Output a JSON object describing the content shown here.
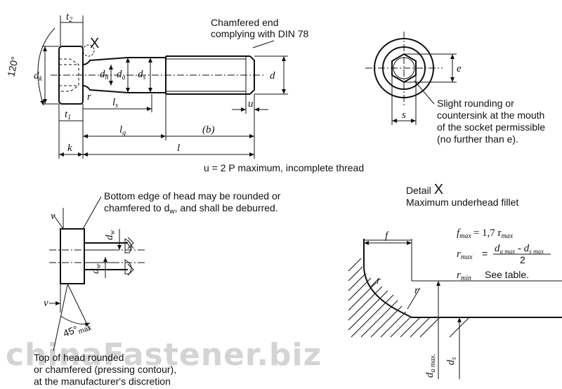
{
  "watermark": "chinaFastener.biz",
  "labels": {
    "chamfered_end_1": "Chamfered end",
    "chamfered_end_2": "complying with DIN 78",
    "x_mark": "X",
    "angle": "120°",
    "u_formula": "u = 2 P maximum, incomplete thread",
    "rounding_1": "Slight rounding or",
    "rounding_2": "countersink at the mouth",
    "rounding_3": "of the socket permissible",
    "rounding_4": "(no further than e).",
    "bottom_edge_1": "Bottom edge of head may be rounded or",
    "bottom_edge_2": "chamfered to d",
    "bottom_edge_2_sub": "w",
    "bottom_edge_2_end": ", and shall be deburred.",
    "top_head_1": "Top of head rounded",
    "top_head_2": "or chamfered (pressing contour),",
    "top_head_3": "at the manufacturer's discretion",
    "angle_45": "45°",
    "angle_45_sub": "max",
    "detail_title": "Detail",
    "detail_x": "X",
    "detail_subtitle": "Maximum underhead fillet"
  },
  "dims": {
    "f2": "t",
    "f2_sub": "2",
    "dk": "d",
    "dk_sub": "k",
    "dh": "d",
    "dh_sub": "h",
    "da": "d",
    "da_sub": "a",
    "ds": "d",
    "ds_sub": "s",
    "d": "d",
    "r": "r",
    "ls": "l",
    "ls_sub": "s",
    "u": "u",
    "t1": "t",
    "t1_sub": "1",
    "lg": "l",
    "lg_sub": "g",
    "b": "(b)",
    "k": "k",
    "l": "l",
    "e": "e",
    "s": "s",
    "v": "v",
    "dw": "d",
    "dw_sub": "w",
    "f": "f"
  },
  "formulas": {
    "fmax_lhs": "f",
    "fmax_lhs_sub": "max",
    "fmax_rhs": "= 1,7 r",
    "fmax_rhs_sub": "max",
    "rmax_lhs": "r",
    "rmax_lhs_sub": "max",
    "rmax_num": "d",
    "rmax_num_sub1": "a max",
    "rmax_num_mid": " - d",
    "rmax_num_sub2": "s max",
    "rmax_den": "2",
    "rmin_lhs": "r",
    "rmin_lhs_sub": "min",
    "rmin_rhs": "See table.",
    "damax": "d",
    "damax_sub": "a max.",
    "ds2": "d",
    "ds2_sub": "s"
  }
}
